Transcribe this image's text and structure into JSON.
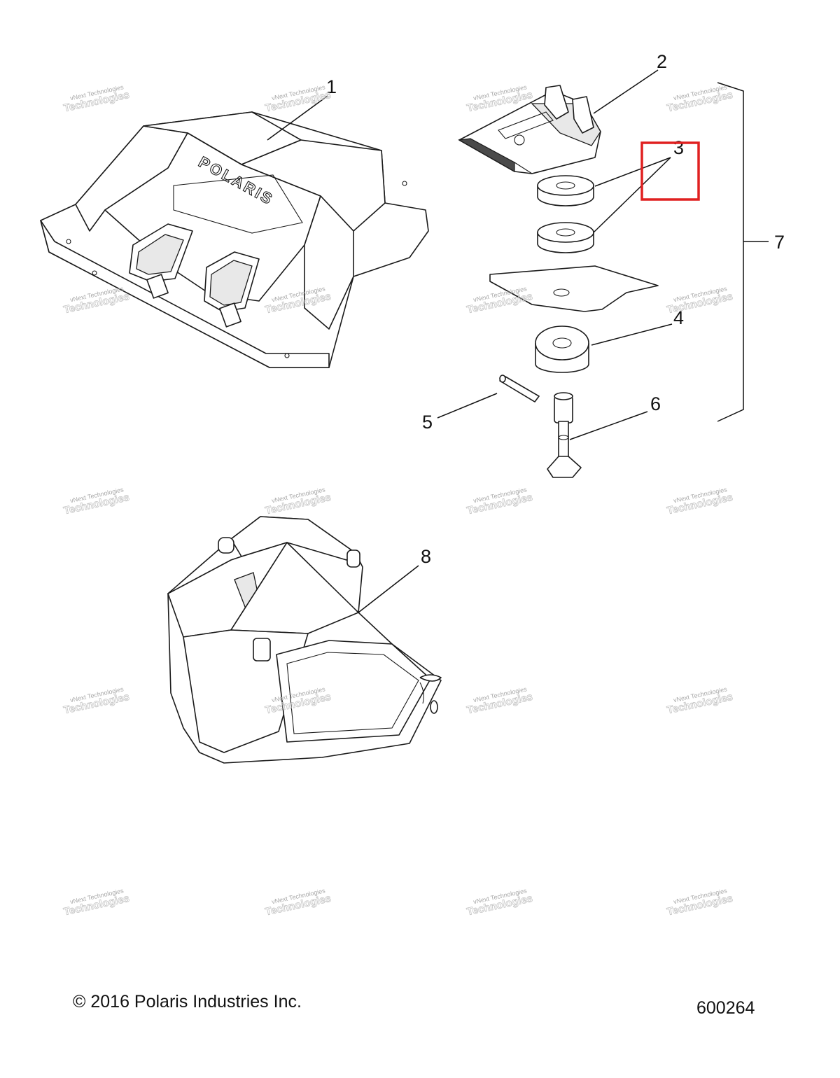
{
  "callouts": [
    "1",
    "2",
    "3",
    "4",
    "5",
    "6",
    "7",
    "8"
  ],
  "logo_text": "POLARIS",
  "watermark": {
    "line1": "vNext Technologies",
    "line2": "Technologies"
  },
  "footer": {
    "copyright": "© 2016 Polaris Industries Inc.",
    "drawing_number": "600264"
  },
  "highlight": {
    "target_callout": "3",
    "color": "#e02020"
  }
}
